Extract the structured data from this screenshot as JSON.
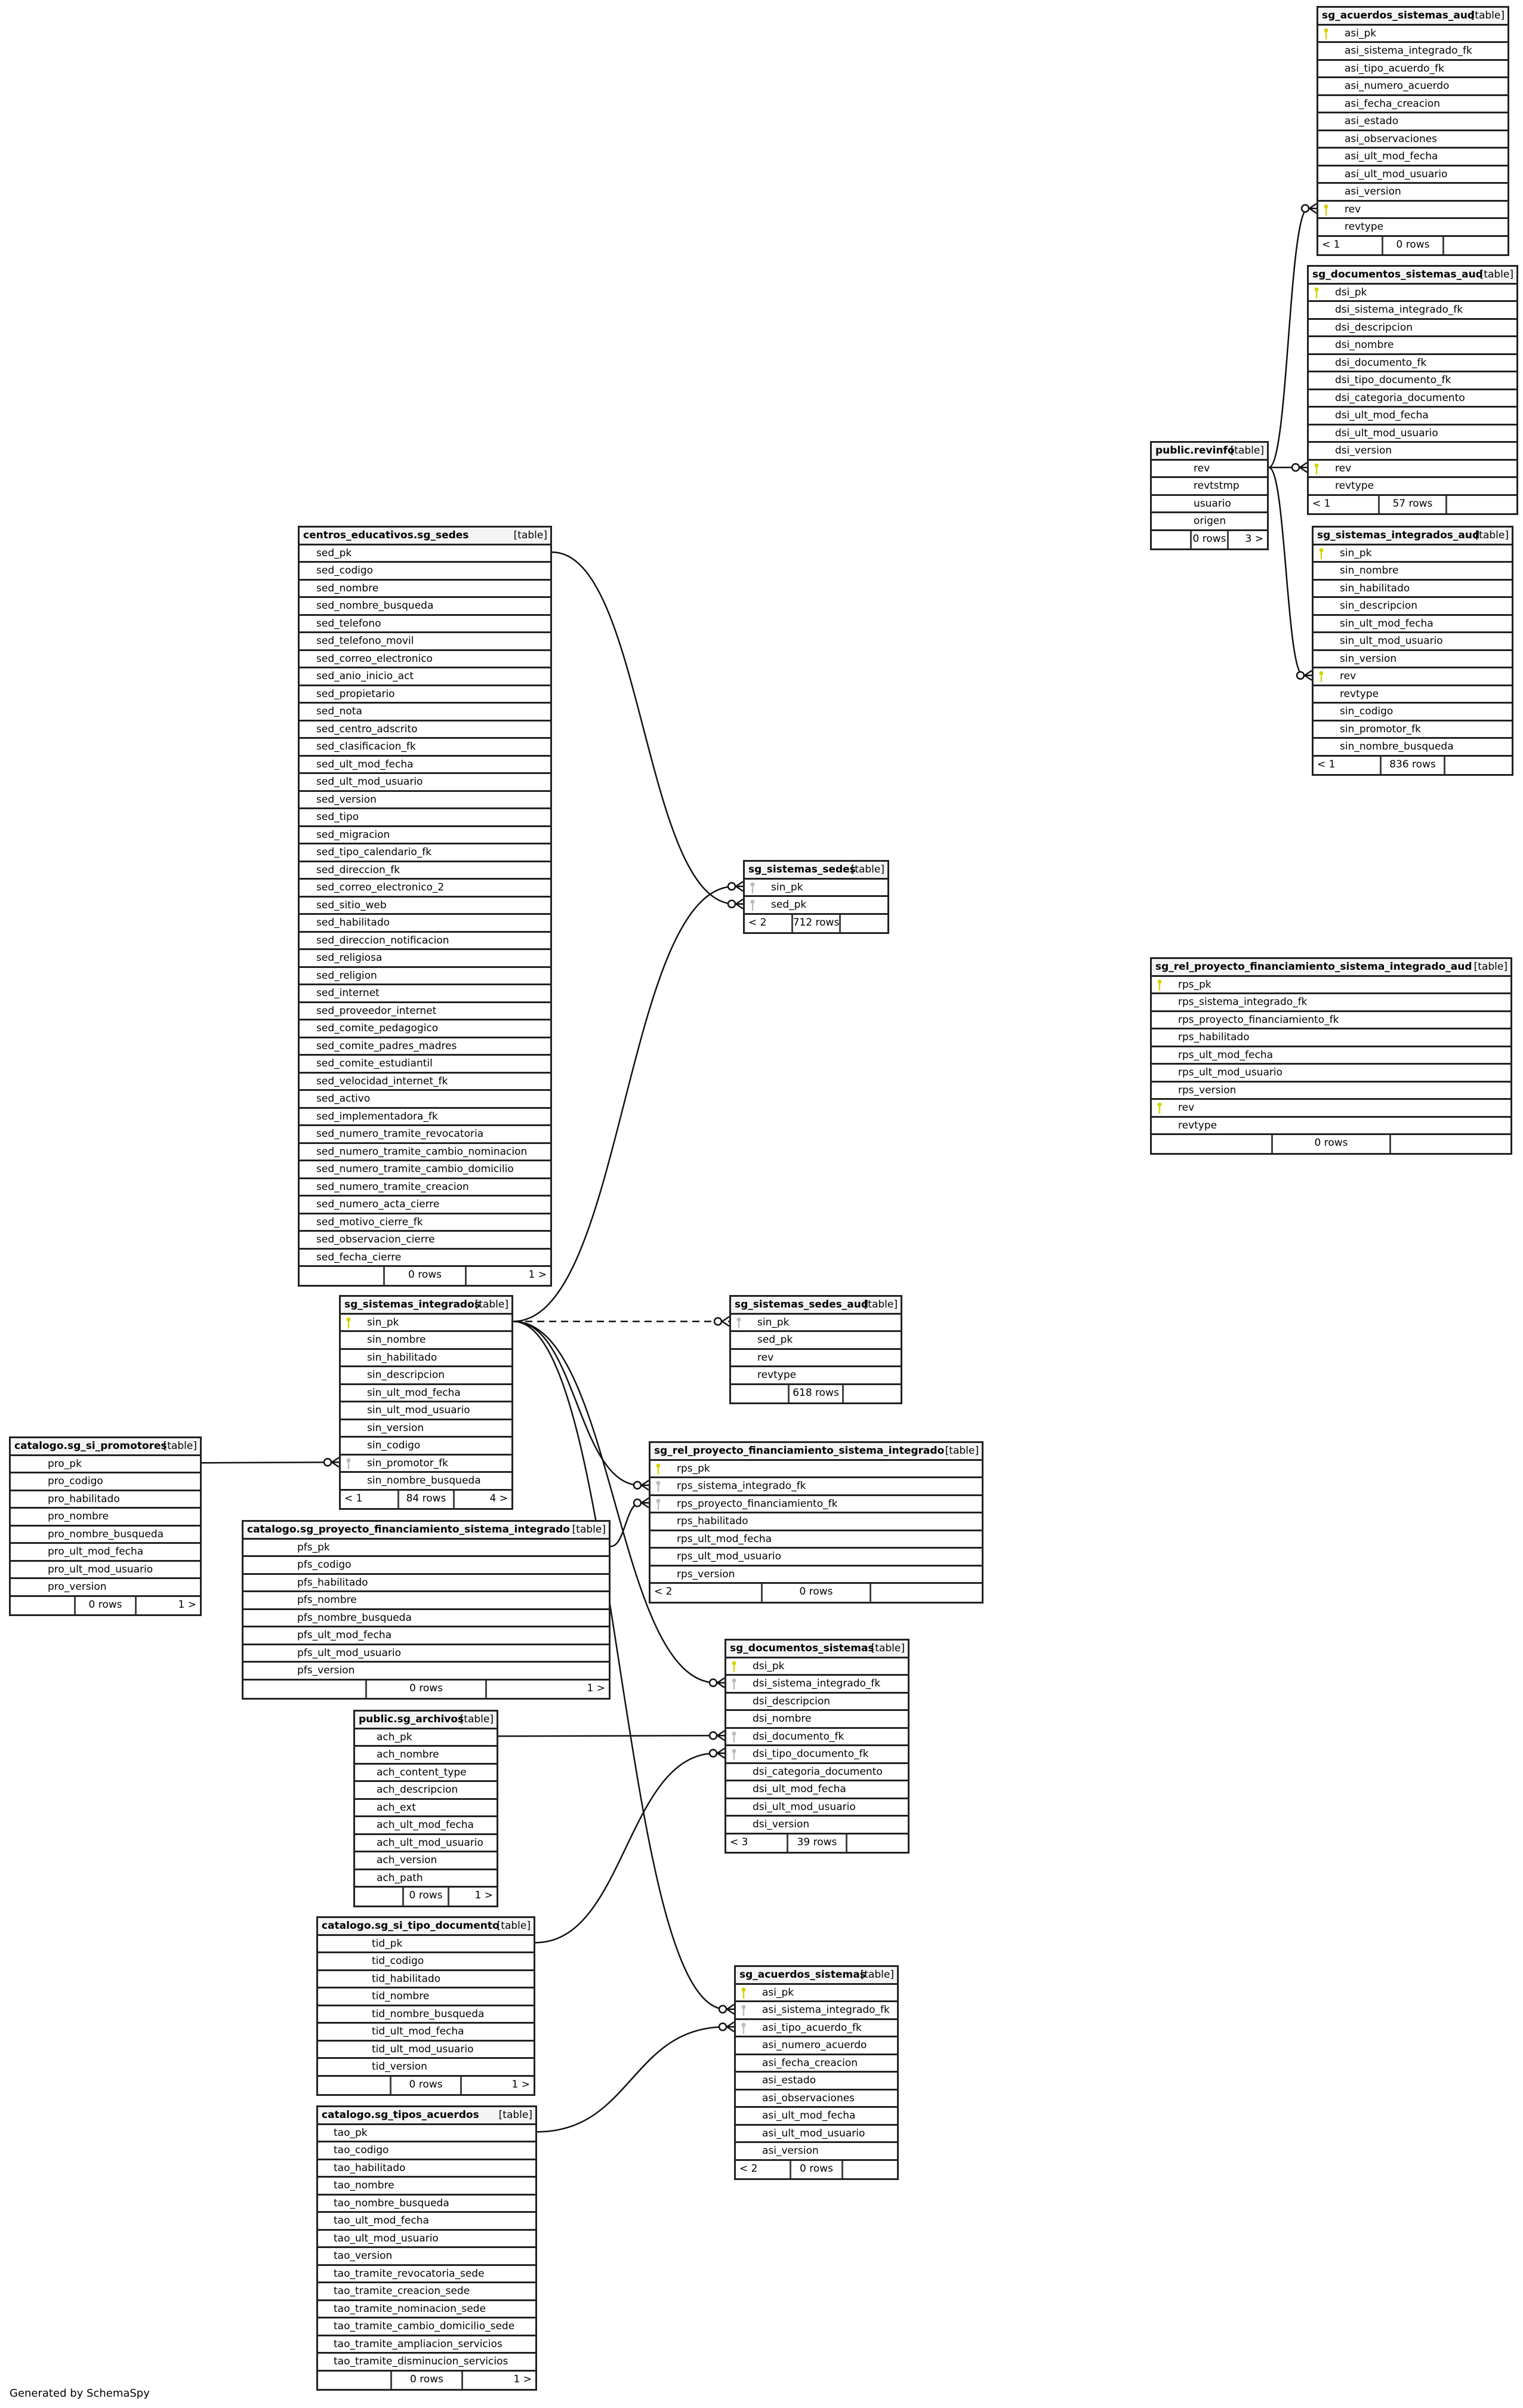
{
  "footer_text": "Generated by SchemaSpy",
  "tables": [
    {
      "name": "sg_acuerdos_sistemas_aud",
      "kind": "[table]",
      "columns": [
        {
          "name": "asi_pk",
          "key": "pk"
        },
        {
          "name": "asi_sistema_integrado_fk",
          "key": ""
        },
        {
          "name": "asi_tipo_acuerdo_fk",
          "key": ""
        },
        {
          "name": "asi_numero_acuerdo",
          "key": ""
        },
        {
          "name": "asi_fecha_creacion",
          "key": ""
        },
        {
          "name": "asi_estado",
          "key": ""
        },
        {
          "name": "asi_observaciones",
          "key": ""
        },
        {
          "name": "asi_ult_mod_fecha",
          "key": ""
        },
        {
          "name": "asi_ult_mod_usuario",
          "key": ""
        },
        {
          "name": "asi_version",
          "key": ""
        },
        {
          "name": "rev",
          "key": "pk"
        },
        {
          "name": "revtype",
          "key": ""
        }
      ],
      "footer": {
        "parents": "< 1",
        "rows": "0 rows",
        "children": ""
      }
    },
    {
      "name": "sg_documentos_sistemas_aud",
      "kind": "[table]",
      "columns": [
        {
          "name": "dsi_pk",
          "key": "pk"
        },
        {
          "name": "dsi_sistema_integrado_fk",
          "key": ""
        },
        {
          "name": "dsi_descripcion",
          "key": ""
        },
        {
          "name": "dsi_nombre",
          "key": ""
        },
        {
          "name": "dsi_documento_fk",
          "key": ""
        },
        {
          "name": "dsi_tipo_documento_fk",
          "key": ""
        },
        {
          "name": "dsi_categoria_documento",
          "key": ""
        },
        {
          "name": "dsi_ult_mod_fecha",
          "key": ""
        },
        {
          "name": "dsi_ult_mod_usuario",
          "key": ""
        },
        {
          "name": "dsi_version",
          "key": ""
        },
        {
          "name": "rev",
          "key": "pk"
        },
        {
          "name": "revtype",
          "key": ""
        }
      ],
      "footer": {
        "parents": "< 1",
        "rows": "57 rows",
        "children": ""
      }
    },
    {
      "name": "public.revinfo",
      "kind": "[table]",
      "columns": [
        {
          "name": "rev",
          "key": ""
        },
        {
          "name": "revtstmp",
          "key": ""
        },
        {
          "name": "usuario",
          "key": ""
        },
        {
          "name": "origen",
          "key": ""
        }
      ],
      "footer": {
        "parents": "",
        "rows": "0 rows",
        "children": "3 >"
      }
    },
    {
      "name": "sg_sistemas_integrados_aud",
      "kind": "[table]",
      "columns": [
        {
          "name": "sin_pk",
          "key": "pk"
        },
        {
          "name": "sin_nombre",
          "key": ""
        },
        {
          "name": "sin_habilitado",
          "key": ""
        },
        {
          "name": "sin_descripcion",
          "key": ""
        },
        {
          "name": "sin_ult_mod_fecha",
          "key": ""
        },
        {
          "name": "sin_ult_mod_usuario",
          "key": ""
        },
        {
          "name": "sin_version",
          "key": ""
        },
        {
          "name": "rev",
          "key": "pk"
        },
        {
          "name": "revtype",
          "key": ""
        },
        {
          "name": "sin_codigo",
          "key": ""
        },
        {
          "name": "sin_promotor_fk",
          "key": ""
        },
        {
          "name": "sin_nombre_busqueda",
          "key": ""
        }
      ],
      "footer": {
        "parents": "< 1",
        "rows": "836 rows",
        "children": ""
      }
    },
    {
      "name": "sg_rel_proyecto_financiamiento_sistema_integrado_aud",
      "kind": "[table]",
      "columns": [
        {
          "name": "rps_pk",
          "key": "pk"
        },
        {
          "name": "rps_sistema_integrado_fk",
          "key": ""
        },
        {
          "name": "rps_proyecto_financiamiento_fk",
          "key": ""
        },
        {
          "name": "rps_habilitado",
          "key": ""
        },
        {
          "name": "rps_ult_mod_fecha",
          "key": ""
        },
        {
          "name": "rps_ult_mod_usuario",
          "key": ""
        },
        {
          "name": "rps_version",
          "key": ""
        },
        {
          "name": "rev",
          "key": "pk"
        },
        {
          "name": "revtype",
          "key": ""
        }
      ],
      "footer": {
        "parents": "",
        "rows": "0 rows",
        "children": ""
      }
    },
    {
      "name": "centros_educativos.sg_sedes",
      "kind": "[table]",
      "columns": [
        {
          "name": "sed_pk",
          "key": ""
        },
        {
          "name": "sed_codigo",
          "key": ""
        },
        {
          "name": "sed_nombre",
          "key": ""
        },
        {
          "name": "sed_nombre_busqueda",
          "key": ""
        },
        {
          "name": "sed_telefono",
          "key": ""
        },
        {
          "name": "sed_telefono_movil",
          "key": ""
        },
        {
          "name": "sed_correo_electronico",
          "key": ""
        },
        {
          "name": "sed_anio_inicio_act",
          "key": ""
        },
        {
          "name": "sed_propietario",
          "key": ""
        },
        {
          "name": "sed_nota",
          "key": ""
        },
        {
          "name": "sed_centro_adscrito",
          "key": ""
        },
        {
          "name": "sed_clasificacion_fk",
          "key": ""
        },
        {
          "name": "sed_ult_mod_fecha",
          "key": ""
        },
        {
          "name": "sed_ult_mod_usuario",
          "key": ""
        },
        {
          "name": "sed_version",
          "key": ""
        },
        {
          "name": "sed_tipo",
          "key": ""
        },
        {
          "name": "sed_migracion",
          "key": ""
        },
        {
          "name": "sed_tipo_calendario_fk",
          "key": ""
        },
        {
          "name": "sed_direccion_fk",
          "key": ""
        },
        {
          "name": "sed_correo_electronico_2",
          "key": ""
        },
        {
          "name": "sed_sitio_web",
          "key": ""
        },
        {
          "name": "sed_habilitado",
          "key": ""
        },
        {
          "name": "sed_direccion_notificacion",
          "key": ""
        },
        {
          "name": "sed_religiosa",
          "key": ""
        },
        {
          "name": "sed_religion",
          "key": ""
        },
        {
          "name": "sed_internet",
          "key": ""
        },
        {
          "name": "sed_proveedor_internet",
          "key": ""
        },
        {
          "name": "sed_comite_pedagogico",
          "key": ""
        },
        {
          "name": "sed_comite_padres_madres",
          "key": ""
        },
        {
          "name": "sed_comite_estudiantil",
          "key": ""
        },
        {
          "name": "sed_velocidad_internet_fk",
          "key": ""
        },
        {
          "name": "sed_activo",
          "key": ""
        },
        {
          "name": "sed_implementadora_fk",
          "key": ""
        },
        {
          "name": "sed_numero_tramite_revocatoria",
          "key": ""
        },
        {
          "name": "sed_numero_tramite_cambio_nominacion",
          "key": ""
        },
        {
          "name": "sed_numero_tramite_cambio_domicilio",
          "key": ""
        },
        {
          "name": "sed_numero_tramite_creacion",
          "key": ""
        },
        {
          "name": "sed_numero_acta_cierre",
          "key": ""
        },
        {
          "name": "sed_motivo_cierre_fk",
          "key": ""
        },
        {
          "name": "sed_observacion_cierre",
          "key": ""
        },
        {
          "name": "sed_fecha_cierre",
          "key": ""
        }
      ],
      "footer": {
        "parents": "",
        "rows": "0 rows",
        "children": "1 >"
      }
    },
    {
      "name": "sg_sistemas_sedes",
      "kind": "[table]",
      "columns": [
        {
          "name": "sin_pk",
          "key": "fk"
        },
        {
          "name": "sed_pk",
          "key": "fk"
        }
      ],
      "footer": {
        "parents": "< 2",
        "rows": "712 rows",
        "children": ""
      }
    },
    {
      "name": "sg_sistemas_integrados",
      "kind": "[table]",
      "columns": [
        {
          "name": "sin_pk",
          "key": "pk"
        },
        {
          "name": "sin_nombre",
          "key": ""
        },
        {
          "name": "sin_habilitado",
          "key": ""
        },
        {
          "name": "sin_descripcion",
          "key": ""
        },
        {
          "name": "sin_ult_mod_fecha",
          "key": ""
        },
        {
          "name": "sin_ult_mod_usuario",
          "key": ""
        },
        {
          "name": "sin_version",
          "key": ""
        },
        {
          "name": "sin_codigo",
          "key": ""
        },
        {
          "name": "sin_promotor_fk",
          "key": "fk"
        },
        {
          "name": "sin_nombre_busqueda",
          "key": ""
        }
      ],
      "footer": {
        "parents": "< 1",
        "rows": "84 rows",
        "children": "4 >"
      }
    },
    {
      "name": "sg_sistemas_sedes_aud",
      "kind": "[table]",
      "columns": [
        {
          "name": "sin_pk",
          "key": "fk"
        },
        {
          "name": "sed_pk",
          "key": ""
        },
        {
          "name": "rev",
          "key": ""
        },
        {
          "name": "revtype",
          "key": ""
        }
      ],
      "footer": {
        "parents": "",
        "rows": "618 rows",
        "children": ""
      }
    },
    {
      "name": "catalogo.sg_si_promotores",
      "kind": "[table]",
      "columns": [
        {
          "name": "pro_pk",
          "key": ""
        },
        {
          "name": "pro_codigo",
          "key": ""
        },
        {
          "name": "pro_habilitado",
          "key": ""
        },
        {
          "name": "pro_nombre",
          "key": ""
        },
        {
          "name": "pro_nombre_busqueda",
          "key": ""
        },
        {
          "name": "pro_ult_mod_fecha",
          "key": ""
        },
        {
          "name": "pro_ult_mod_usuario",
          "key": ""
        },
        {
          "name": "pro_version",
          "key": ""
        }
      ],
      "footer": {
        "parents": "",
        "rows": "0 rows",
        "children": "1 >"
      }
    },
    {
      "name": "sg_rel_proyecto_financiamiento_sistema_integrado",
      "kind": "[table]",
      "columns": [
        {
          "name": "rps_pk",
          "key": "pk"
        },
        {
          "name": "rps_sistema_integrado_fk",
          "key": "fk"
        },
        {
          "name": "rps_proyecto_financiamiento_fk",
          "key": "fk"
        },
        {
          "name": "rps_habilitado",
          "key": ""
        },
        {
          "name": "rps_ult_mod_fecha",
          "key": ""
        },
        {
          "name": "rps_ult_mod_usuario",
          "key": ""
        },
        {
          "name": "rps_version",
          "key": ""
        }
      ],
      "footer": {
        "parents": "< 2",
        "rows": "0 rows",
        "children": ""
      }
    },
    {
      "name": "catalogo.sg_proyecto_financiamiento_sistema_integrado",
      "kind": "[table]",
      "columns": [
        {
          "name": "pfs_pk",
          "key": ""
        },
        {
          "name": "pfs_codigo",
          "key": ""
        },
        {
          "name": "pfs_habilitado",
          "key": ""
        },
        {
          "name": "pfs_nombre",
          "key": ""
        },
        {
          "name": "pfs_nombre_busqueda",
          "key": ""
        },
        {
          "name": "pfs_ult_mod_fecha",
          "key": ""
        },
        {
          "name": "pfs_ult_mod_usuario",
          "key": ""
        },
        {
          "name": "pfs_version",
          "key": ""
        }
      ],
      "footer": {
        "parents": "",
        "rows": "0 rows",
        "children": "1 >"
      }
    },
    {
      "name": "sg_documentos_sistemas",
      "kind": "[table]",
      "columns": [
        {
          "name": "dsi_pk",
          "key": "pk"
        },
        {
          "name": "dsi_sistema_integrado_fk",
          "key": "fk"
        },
        {
          "name": "dsi_descripcion",
          "key": ""
        },
        {
          "name": "dsi_nombre",
          "key": ""
        },
        {
          "name": "dsi_documento_fk",
          "key": "fk"
        },
        {
          "name": "dsi_tipo_documento_fk",
          "key": "fk"
        },
        {
          "name": "dsi_categoria_documento",
          "key": ""
        },
        {
          "name": "dsi_ult_mod_fecha",
          "key": ""
        },
        {
          "name": "dsi_ult_mod_usuario",
          "key": ""
        },
        {
          "name": "dsi_version",
          "key": ""
        }
      ],
      "footer": {
        "parents": "< 3",
        "rows": "39 rows",
        "children": ""
      }
    },
    {
      "name": "public.sg_archivos",
      "kind": "[table]",
      "columns": [
        {
          "name": "ach_pk",
          "key": ""
        },
        {
          "name": "ach_nombre",
          "key": ""
        },
        {
          "name": "ach_content_type",
          "key": ""
        },
        {
          "name": "ach_descripcion",
          "key": ""
        },
        {
          "name": "ach_ext",
          "key": ""
        },
        {
          "name": "ach_ult_mod_fecha",
          "key": ""
        },
        {
          "name": "ach_ult_mod_usuario",
          "key": ""
        },
        {
          "name": "ach_version",
          "key": ""
        },
        {
          "name": "ach_path",
          "key": ""
        }
      ],
      "footer": {
        "parents": "",
        "rows": "0 rows",
        "children": "1 >"
      }
    },
    {
      "name": "catalogo.sg_si_tipo_documento",
      "kind": "[table]",
      "columns": [
        {
          "name": "tid_pk",
          "key": ""
        },
        {
          "name": "tid_codigo",
          "key": ""
        },
        {
          "name": "tid_habilitado",
          "key": ""
        },
        {
          "name": "tid_nombre",
          "key": ""
        },
        {
          "name": "tid_nombre_busqueda",
          "key": ""
        },
        {
          "name": "tid_ult_mod_fecha",
          "key": ""
        },
        {
          "name": "tid_ult_mod_usuario",
          "key": ""
        },
        {
          "name": "tid_version",
          "key": ""
        }
      ],
      "footer": {
        "parents": "",
        "rows": "0 rows",
        "children": "1 >"
      }
    },
    {
      "name": "sg_acuerdos_sistemas",
      "kind": "[table]",
      "columns": [
        {
          "name": "asi_pk",
          "key": "pk"
        },
        {
          "name": "asi_sistema_integrado_fk",
          "key": "fk"
        },
        {
          "name": "asi_tipo_acuerdo_fk",
          "key": "fk"
        },
        {
          "name": "asi_numero_acuerdo",
          "key": ""
        },
        {
          "name": "asi_fecha_creacion",
          "key": ""
        },
        {
          "name": "asi_estado",
          "key": ""
        },
        {
          "name": "asi_observaciones",
          "key": ""
        },
        {
          "name": "asi_ult_mod_fecha",
          "key": ""
        },
        {
          "name": "asi_ult_mod_usuario",
          "key": ""
        },
        {
          "name": "asi_version",
          "key": ""
        }
      ],
      "footer": {
        "parents": "< 2",
        "rows": "0 rows",
        "children": ""
      }
    },
    {
      "name": "catalogo.sg_tipos_acuerdos",
      "kind": "[table]",
      "columns": [
        {
          "name": "tao_pk",
          "key": ""
        },
        {
          "name": "tao_codigo",
          "key": ""
        },
        {
          "name": "tao_habilitado",
          "key": ""
        },
        {
          "name": "tao_nombre",
          "key": ""
        },
        {
          "name": "tao_nombre_busqueda",
          "key": ""
        },
        {
          "name": "tao_ult_mod_fecha",
          "key": ""
        },
        {
          "name": "tao_ult_mod_usuario",
          "key": ""
        },
        {
          "name": "tao_version",
          "key": ""
        },
        {
          "name": "tao_tramite_revocatoria_sede",
          "key": ""
        },
        {
          "name": "tao_tramite_creacion_sede",
          "key": ""
        },
        {
          "name": "tao_tramite_nominacion_sede",
          "key": ""
        },
        {
          "name": "tao_tramite_cambio_domicilio_sede",
          "key": ""
        },
        {
          "name": "tao_tramite_ampliacion_servicios",
          "key": ""
        },
        {
          "name": "tao_tramite_disminucion_servicios",
          "key": ""
        }
      ],
      "footer": {
        "parents": "",
        "rows": "0 rows",
        "children": "1 >"
      }
    }
  ],
  "colors": {
    "pk_key": "#d4d400",
    "fk_key": "#bbbbbb",
    "border": "#222222",
    "header_bg": "#f4f4f4"
  }
}
